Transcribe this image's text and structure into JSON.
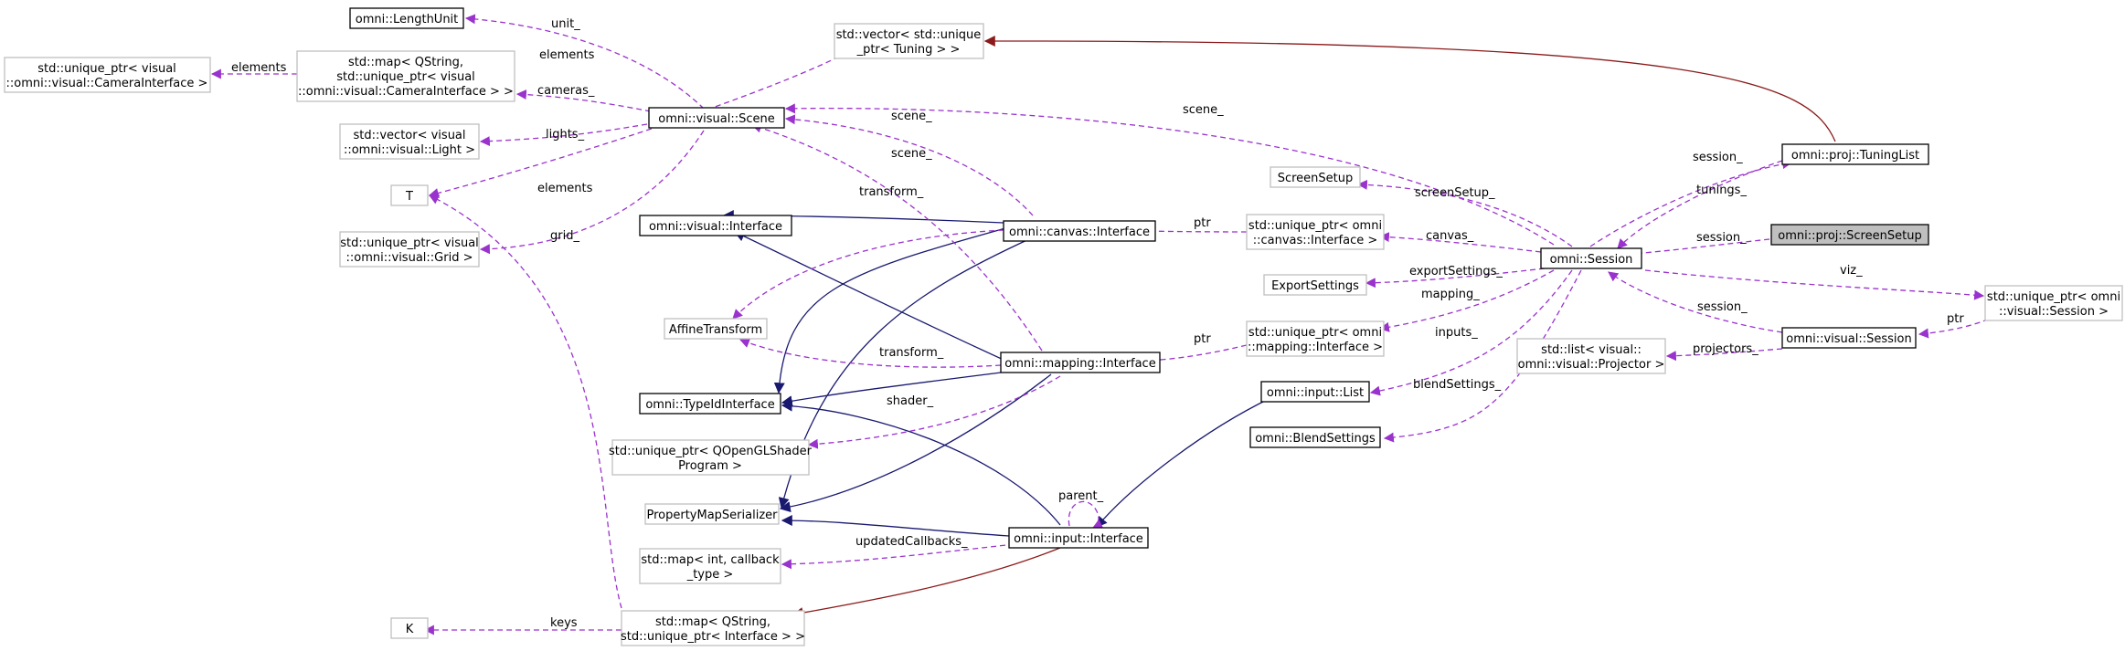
{
  "colors": {
    "usage": "#9a32cd",
    "inherit": "#191970",
    "template": "#8b1a1a",
    "strong_border": "#000000",
    "weak_border": "#bfbfbf",
    "highlight_fill": "#bfbfbf"
  },
  "nodes": {
    "length_unit": {
      "label": "omni::LengthUnit",
      "style": "strong"
    },
    "unique_ptr_camera": {
      "lines": [
        "std::unique_ptr< visual",
        "::omni::visual::CameraInterface >"
      ],
      "style": "weak"
    },
    "map_camera": {
      "lines": [
        "std::map< QString,",
        "std::unique_ptr< visual",
        "::omni::visual::CameraInterface > >"
      ],
      "style": "weak"
    },
    "vector_tuning": {
      "lines": [
        "std::vector< std::unique",
        "_ptr< Tuning > >"
      ],
      "style": "weak"
    },
    "vector_light": {
      "lines": [
        "std::vector< visual",
        "::omni::visual::Light >"
      ],
      "style": "weak"
    },
    "visual_scene": {
      "label": "omni::visual::Scene",
      "style": "strong"
    },
    "t": {
      "label": "T",
      "style": "weak"
    },
    "unique_ptr_grid": {
      "lines": [
        "std::unique_ptr< visual",
        "::omni::visual::Grid >"
      ],
      "style": "weak"
    },
    "visual_interface": {
      "label": "omni::visual::Interface",
      "style": "strong"
    },
    "canvas_interface": {
      "label": "omni::canvas::Interface",
      "style": "strong"
    },
    "unique_ptr_canvas": {
      "lines": [
        "std::unique_ptr< omni",
        "::canvas::Interface >"
      ],
      "style": "weak"
    },
    "screen_setup_t": {
      "label": "ScreenSetup",
      "style": "weak"
    },
    "export_settings": {
      "label": "ExportSettings",
      "style": "weak"
    },
    "affine_transform": {
      "label": "AffineTransform",
      "style": "weak"
    },
    "mapping_interface": {
      "label": "omni::mapping::Interface",
      "style": "strong"
    },
    "unique_ptr_mapping": {
      "lines": [
        "std::unique_ptr< omni",
        "::mapping::Interface >"
      ],
      "style": "weak"
    },
    "typeid_interface": {
      "label": "omni::TypeIdInterface",
      "style": "strong"
    },
    "unique_ptr_shader": {
      "lines": [
        "std::unique_ptr< QOpenGLShader",
        "Program >"
      ],
      "style": "weak"
    },
    "property_map": {
      "label": "PropertyMapSerializer",
      "style": "weak"
    },
    "input_interface": {
      "label": "omni::input::Interface",
      "style": "strong"
    },
    "map_callback": {
      "lines": [
        "std::map< int, callback",
        "_type >"
      ],
      "style": "weak"
    },
    "k": {
      "label": "K",
      "style": "weak"
    },
    "map_keys": {
      "lines": [
        "std::map< QString,",
        "std::unique_ptr< Interface > >"
      ],
      "style": "weak"
    },
    "input_list": {
      "label": "omni::input::List",
      "style": "strong"
    },
    "blend_settings": {
      "label": "omni::BlendSettings",
      "style": "strong"
    },
    "session": {
      "label": "omni::Session",
      "style": "strong"
    },
    "tuning_list": {
      "label": "omni::proj::TuningList",
      "style": "strong"
    },
    "proj_screen_setup": {
      "label": "omni::proj::ScreenSetup",
      "style": "highlight"
    },
    "unique_ptr_vsession": {
      "lines": [
        "std::unique_ptr< omni",
        "::visual::Session >"
      ],
      "style": "weak"
    },
    "visual_session": {
      "label": "omni::visual::Session",
      "style": "strong"
    },
    "list_projector": {
      "lines": [
        "std::list< visual::",
        "omni::visual::Projector >"
      ],
      "style": "weak"
    }
  },
  "edge_labels": {
    "unit": "unit_",
    "elements_top": "elements",
    "elements_camera": "elements",
    "cameras": "cameras_",
    "lights": "lights_",
    "elements_t": "elements",
    "grid": "grid_",
    "scene_canvas": "scene_",
    "scene_mapping": "scene_",
    "scene_session": "scene_",
    "transform_canvas": "transform_",
    "ptr_canvas": "ptr",
    "transform_mapping": "transform_",
    "ptr_mapping": "ptr",
    "shader": "shader_",
    "parent": "parent_",
    "updated_callbacks": "updatedCallbacks_",
    "keys": "keys",
    "session_tuninglist": "session_",
    "tunings": "tunings_",
    "screen_setup": "screenSetup_",
    "session_screensetup": "session_",
    "canvas": "canvas_",
    "export_settings": "exportSettings_",
    "mapping": "mapping_",
    "viz": "viz_",
    "session_vsession": "session_",
    "ptr_vsession": "ptr",
    "inputs": "inputs_",
    "projectors": "projectors_",
    "blend_settings": "blendSettings_"
  }
}
